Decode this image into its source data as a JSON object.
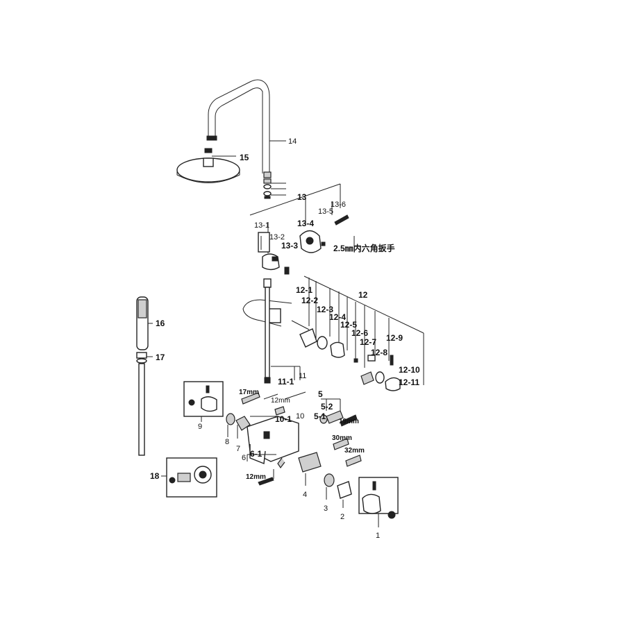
{
  "labels": {
    "l14": "14",
    "l15": "15",
    "l13": "13",
    "l13_1": "13-1",
    "l13_2": "13-2",
    "l13_3": "13-3",
    "l13_4": "13-4",
    "l13_5": "13-5",
    "l13_6": "13-6",
    "hex_key": "2.5㎜内六角扳手",
    "l12": "12",
    "l12_1": "12-1",
    "l12_2": "12-2",
    "l12_3": "12-3",
    "l12_4": "12-4",
    "l12_5": "12-5",
    "l12_6": "12-6",
    "l12_7": "12-7",
    "l12_8": "12-8",
    "l12_9": "12-9",
    "l12_10": "12-10",
    "l12_11": "12-11",
    "l11": "11",
    "l11_1": "11-1",
    "l16": "16",
    "l17": "17",
    "l18": "18",
    "l9": "9",
    "l8": "8",
    "l7": "7",
    "l6": "6",
    "l6_1": "6-1",
    "l5": "5",
    "l5_1": "5-1",
    "l5_2": "5-2",
    "l4": "4",
    "l3": "3",
    "l2": "2",
    "l1": "1",
    "l10": "10",
    "l10_1": "10-1",
    "d17mm": "17mm",
    "d12mm_a": "12mm",
    "d12mm_b": "12mm",
    "d19mm": "19mm",
    "d30mm": "30mm",
    "d32mm": "32mm"
  }
}
